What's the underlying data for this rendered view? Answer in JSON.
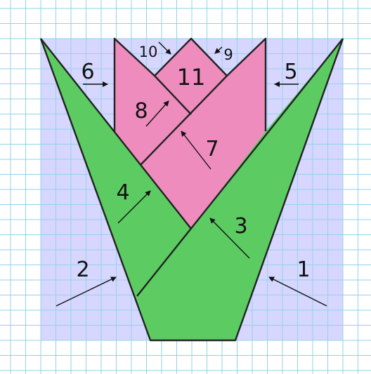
{
  "colors": {
    "background": "#ffffff",
    "grid_line": "#8fd3e8",
    "panel": "#d6d6ff",
    "leaf": "#5ccc62",
    "petal": "#ee8cbd",
    "outline": "#222222"
  },
  "pieces": [
    {
      "id": "1",
      "label": "1"
    },
    {
      "id": "2",
      "label": "2"
    },
    {
      "id": "3",
      "label": "3"
    },
    {
      "id": "4",
      "label": "4"
    },
    {
      "id": "5",
      "label": "5"
    },
    {
      "id": "6",
      "label": "6"
    },
    {
      "id": "7",
      "label": "7"
    },
    {
      "id": "8",
      "label": "8"
    },
    {
      "id": "9",
      "label": "9"
    },
    {
      "id": "10",
      "label": "10"
    },
    {
      "id": "11",
      "label": "11"
    }
  ]
}
